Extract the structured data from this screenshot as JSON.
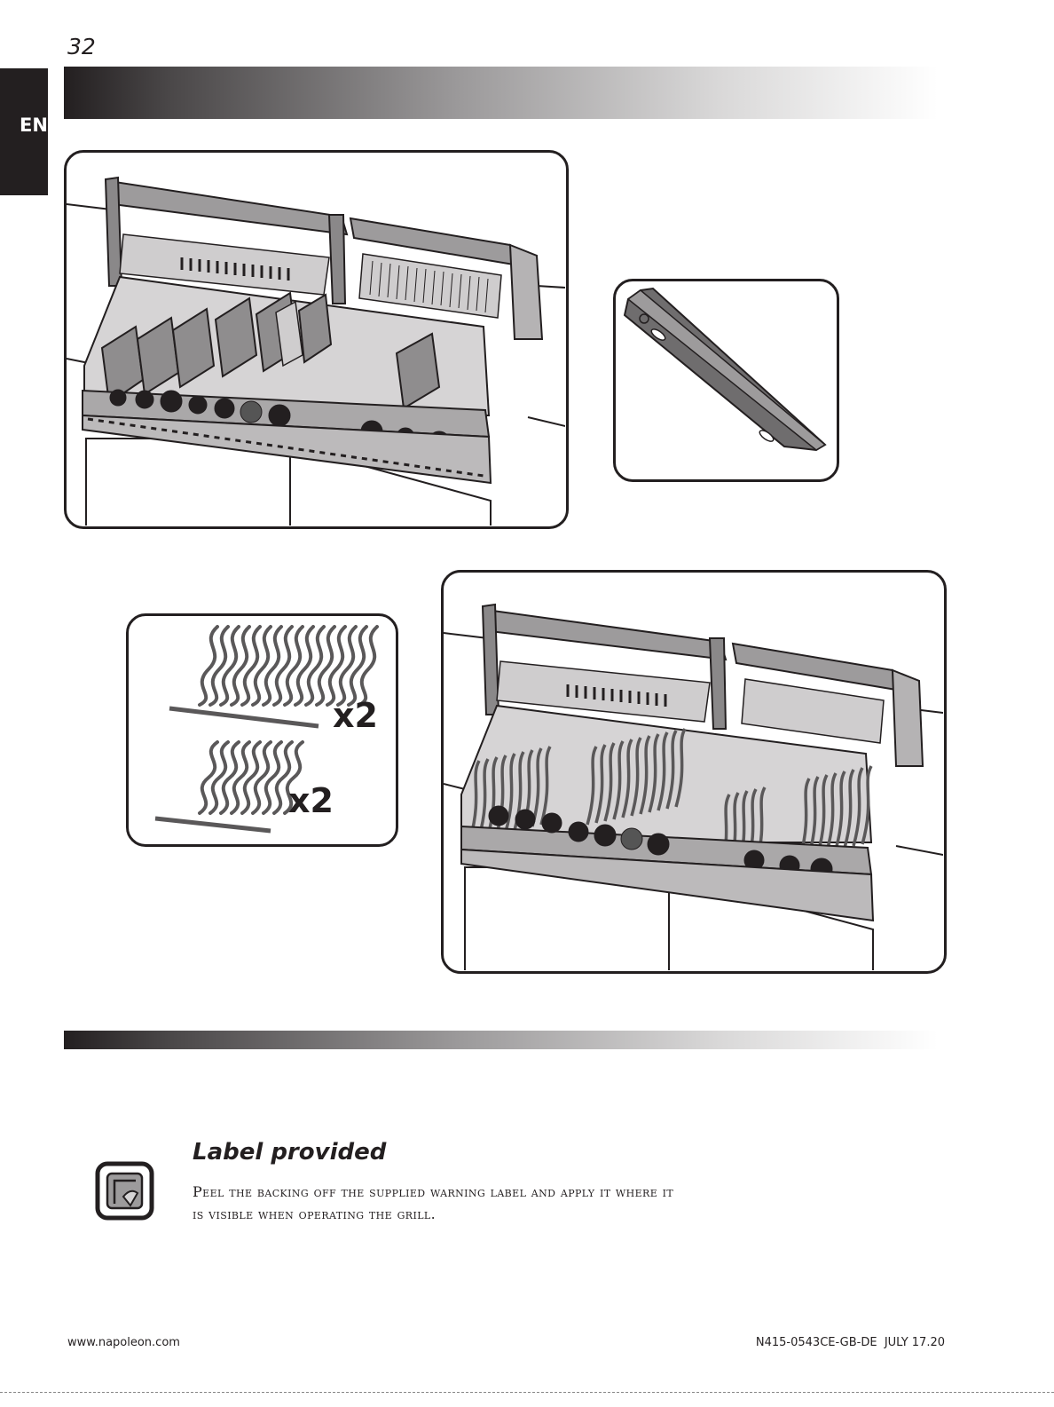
{
  "page": {
    "number": "32",
    "language_tab": "EN"
  },
  "figures": {
    "grates_small_qty": "x2",
    "grates_large_qty": "x2"
  },
  "note": {
    "icon": "label-sticker-icon",
    "title": "Label provided",
    "body": "Peel the backing off the supplied warning label and apply it where it is visible when operating the grill."
  },
  "footer": {
    "website": "www.napoleon.com",
    "doc_id": "N415-0543CE-GB-DE  JULY 17.20"
  }
}
